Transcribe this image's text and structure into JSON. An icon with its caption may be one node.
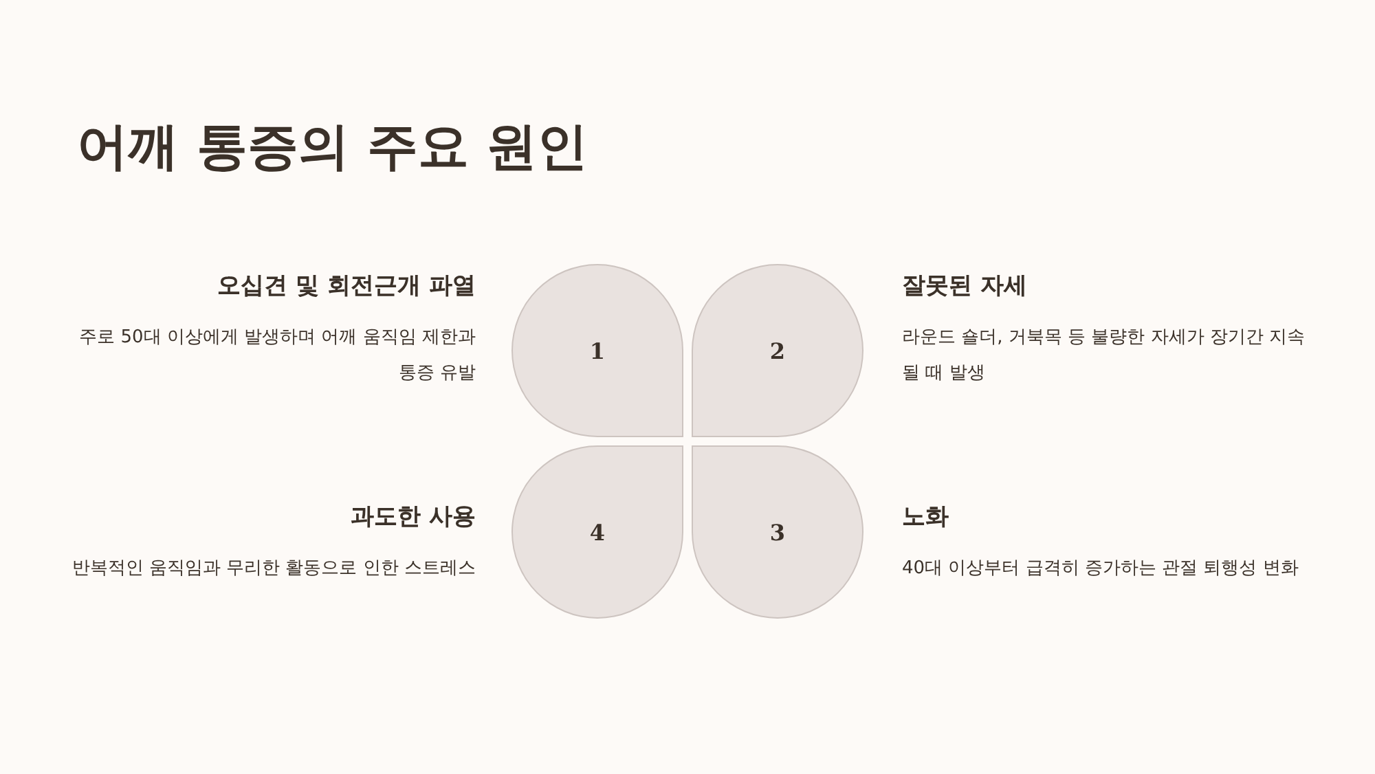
{
  "diagram": {
    "title": "어깨 통증의 주요 원인",
    "nodes": [
      {
        "text": [
          "1"
        ],
        "beside": [
          "오십견 및 회전근개 파열",
          "주로 50대 이상에게 발생하며 어깨 움직임 제한과 통증 유발"
        ]
      },
      {
        "text": [
          "2"
        ],
        "beside": [
          "잘못된 자세",
          "라운드 숄더, 거북목 등 불량한 자세가 장기간 지속될 때 발생"
        ]
      },
      {
        "text": [
          "4"
        ],
        "beside": [
          "과도한 사용",
          "반복적인 움직임과 무리한 활동으로 인한 스트레스"
        ]
      },
      {
        "text": [
          "3"
        ],
        "beside": [
          "노화",
          "40대 이상부터 급격히 증가하는 관절 퇴행성 변화"
        ]
      }
    ]
  }
}
